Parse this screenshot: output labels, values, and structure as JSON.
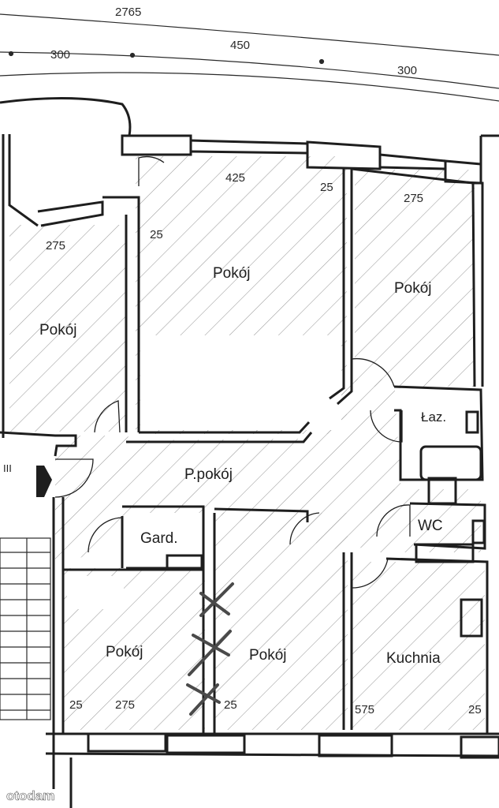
{
  "colors": {
    "ink": "#1e1e1e",
    "hatch": "#9a9a9a",
    "paper": "#ffffff",
    "marker": "#4a4a4a"
  },
  "dimensions": {
    "top_total": "2765",
    "seg_left": "300",
    "seg_mid": "450",
    "seg_right": "300",
    "room1_width": "425",
    "wall_top": "25",
    "room2_width": "275",
    "left_width": "275",
    "left_wall": "25",
    "bottom_wall_left": "25",
    "bottom_left_width": "275",
    "bottom_mid_wall": "25",
    "kitchen_width": "575",
    "kitchen_wall": "25"
  },
  "rooms": {
    "pokoj_center": "Pokój",
    "pokoj_right": "Pokój",
    "pokoj_left": "Pokój",
    "lazienka": "Łaz.",
    "korytarz": "P.pokój",
    "wc": "WC",
    "garderoba": "Gard.",
    "pokoj_bottom_left": "Pokój",
    "pokoj_bottom_mid": "Pokój",
    "kuchnia": "Kuchnia"
  },
  "labels": {
    "stair_mark": "III",
    "watermark": "otodam"
  },
  "icons": {
    "entry": "entry-arrow-icon",
    "removed_wall": "cross-mark-icon"
  }
}
